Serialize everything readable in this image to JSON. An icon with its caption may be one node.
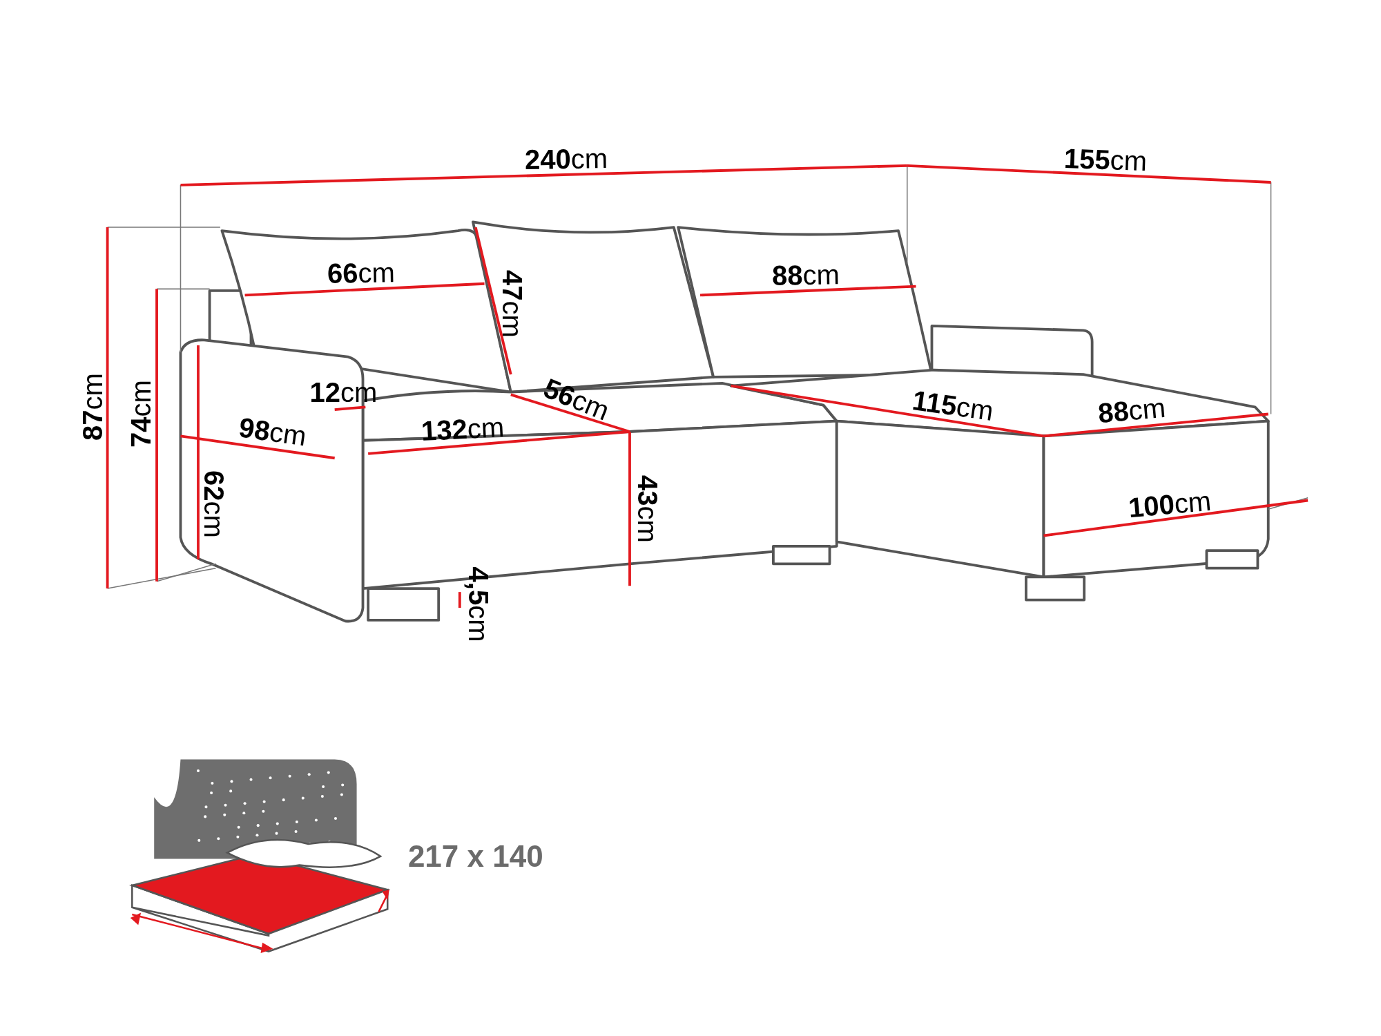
{
  "diagram": {
    "labels": [
      "**240**cm",
      "**155**cm",
      "**66**cm",
      "**47**cm",
      "**88**cm",
      "**87**cm",
      "**74**cm",
      "**12**cm",
      "**56**cm",
      "**115**cm",
      "**88**cm",
      "**98**cm",
      "**132**cm",
      "**62**cm",
      "**43**cm",
      "**100**cm",
      "**4,5**cm",
      "217 x 140"
    ]
  }
}
